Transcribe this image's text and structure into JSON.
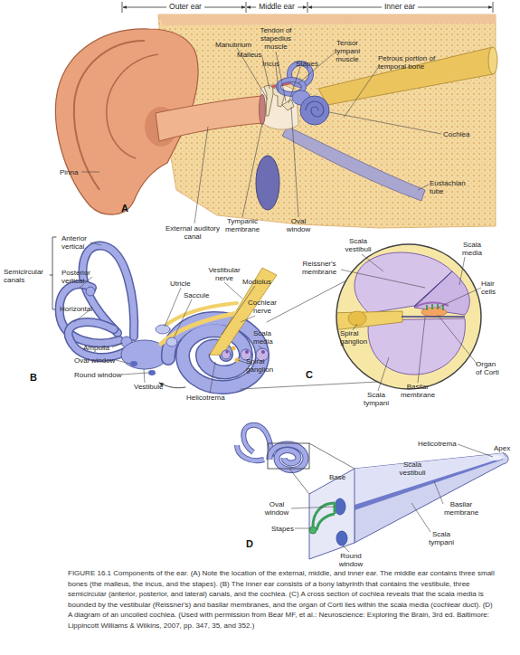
{
  "diagram": {
    "caption": "FIGURE 16.1 Components of the ear. (A) Note the location of the external, middle, and inner ear. The middle ear contains three small bones (the malleus, the incus, and the stapes). (B) The inner ear consists of a bony labyrinth that contains the vestibule, three semicircular (anterior, posterior, and lateral) canals, and the cochlea. (C) A cross section of cochlea reveals that the scala media is bounded by the vestibular (Reissner's) and basilar membranes, and the organ of Corti lies within the scala media (cochlear duct). (D) A diagram of an uncoiled cochlea. (Used with permission from Bear MF, et al.: Neuroscience: Exploring the Brain, 3rd ed. Baltimore: Lippincott Williams & Wilkins, 2007, pp. 347, 35, and 352.)",
    "labels": [
      "Outer ear",
      "Middle ear",
      "Inner ear",
      "Tendon of stapedius muscle",
      "Manubrium",
      "Tensor tympani muscle",
      "Malleus",
      "Incus",
      "Stapes",
      "Petrous portion of temporal bone",
      "Cochlea",
      "Pinna",
      "Eustachian tube",
      "A",
      "Tympanic membrane",
      "Oval window",
      "External auditory canal",
      "Anterior vertical",
      "Semicircular canals",
      "Posterior vertical",
      "Utricle",
      "Vestibular nerve",
      "Modiolus",
      "Saccule",
      "Cochlear nerve",
      "Horizontal",
      "Scala media",
      "Ampulla",
      "Oval window",
      "Spiral ganglion",
      "Round window",
      "B",
      "Vestibule",
      "Helicotrema",
      "Scala vestibuli",
      "Scala media",
      "Reissner's membrane",
      "Hair cells",
      "Spiral ganglion",
      "Organ of Corti",
      "Basilar membrane",
      "Scala tympani",
      "C",
      "Helicotrema",
      "Apex",
      "Scala vestibuli",
      "Base",
      "Oval window",
      "Basilar membrane",
      "Stapes",
      "Scala tympani",
      "D",
      "Round window"
    ]
  }
}
